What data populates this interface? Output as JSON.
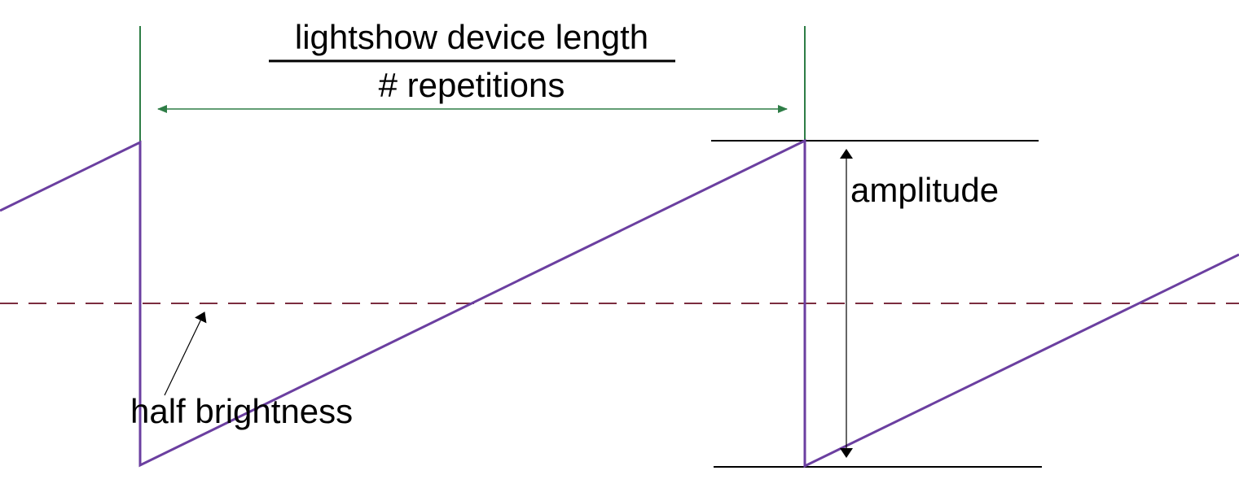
{
  "labels": {
    "fraction_numerator": "lightshow device length",
    "fraction_denominator": "# repetitions",
    "amplitude": "amplitude",
    "half_brightness": "half brightness"
  },
  "colors": {
    "background": "#ffffff",
    "sawtooth_wave": "#6b3fa0",
    "half_brightness_line": "#7b2d3f",
    "period_markers": "#2e7d46",
    "annotation": "#000000"
  }
}
